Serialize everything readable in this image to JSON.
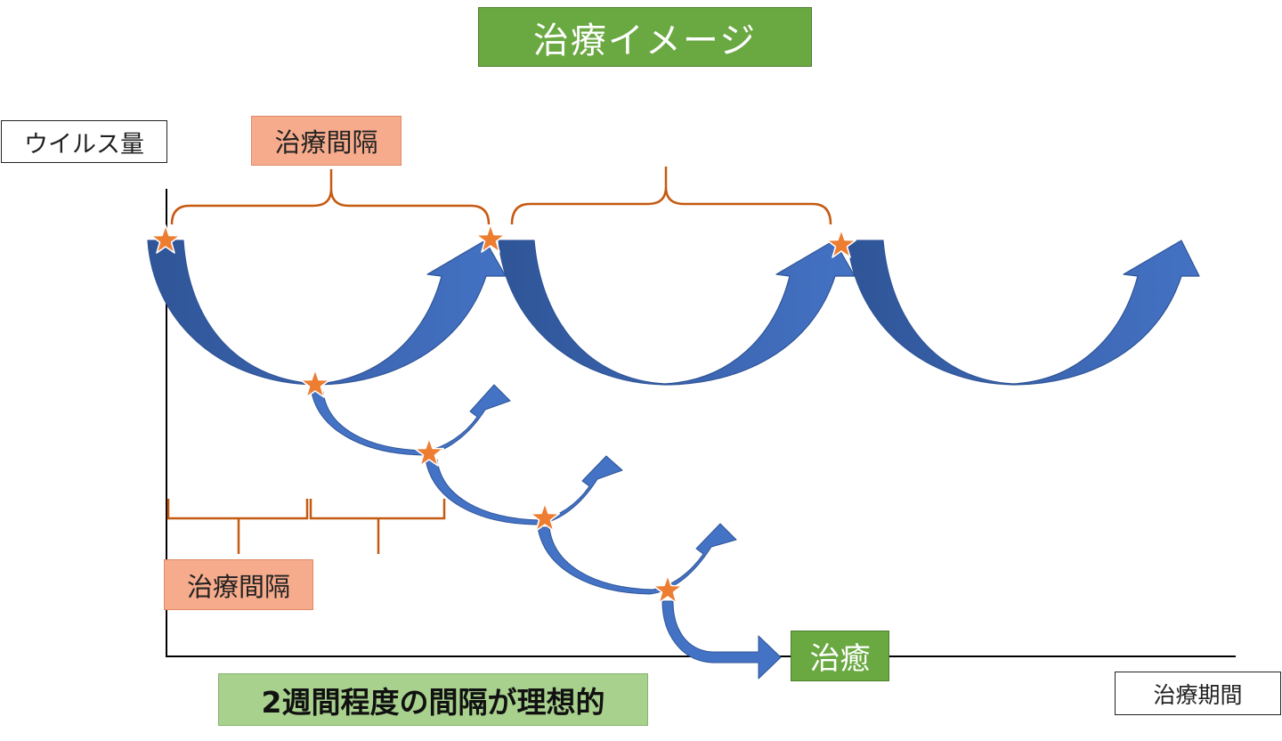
{
  "title": "治療イメージ",
  "axes": {
    "y_label": "ウイルス量",
    "x_label": "治療期間"
  },
  "labels": {
    "interval_top": "治療間隔",
    "interval_bottom": "治療間隔",
    "cure": "治癒",
    "ideal": "2週間程度の間隔が理想的"
  },
  "colors": {
    "title_bg": "#6aa842",
    "interval_bg": "#f6ab8c",
    "ideal_bg": "#a9d18e",
    "arrow_light": "#4472c4",
    "arrow_dark": "#2f5597",
    "star": "#ed7d31",
    "bracket": "#c55a11"
  },
  "icons": {
    "star": "star-icon",
    "arrow": "curved-arrow-icon"
  }
}
